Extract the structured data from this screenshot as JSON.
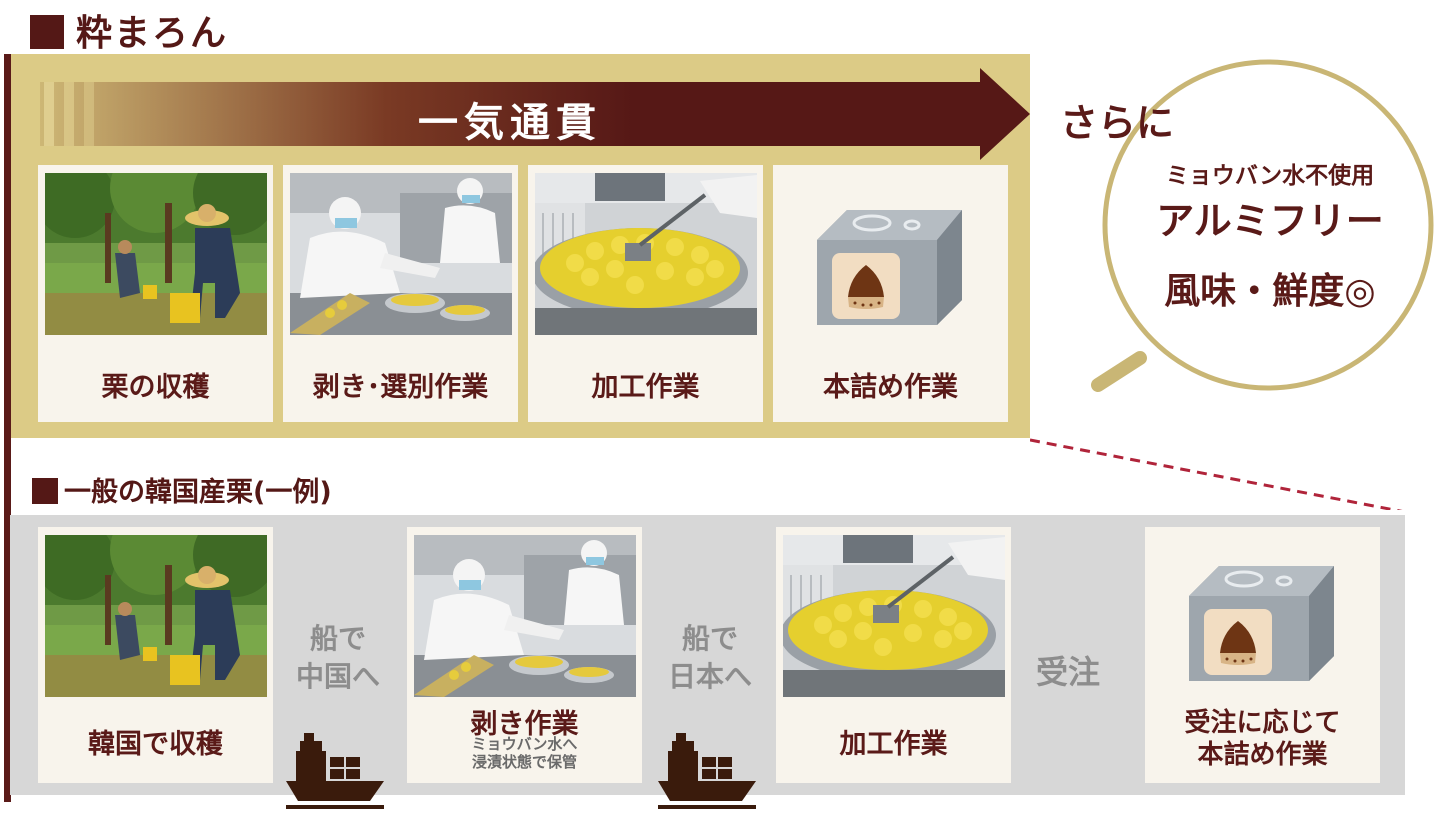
{
  "heading_main": "粋まろん",
  "heading_general": "一般の韓国産栗(一例)",
  "arrow_label": "一気通貫",
  "top_steps": [
    {
      "label": "栗の収穫"
    },
    {
      "label": "剥き･選別作業"
    },
    {
      "label": "加工作業"
    },
    {
      "label": "本詰め作業"
    }
  ],
  "bubble": {
    "lead": "さらに",
    "line1": "ミョウバン水不使用",
    "line2": "アルミフリー",
    "line3": "風味・鮮度◎"
  },
  "bottom_steps": [
    {
      "label": "韓国で収穫"
    },
    {
      "label": "剥き作業",
      "note1": "ミョウバン水へ",
      "note2": "浸漬状態で保管"
    },
    {
      "label": "加工作業"
    },
    {
      "line1": "受注に応じて",
      "line2": "本詰め作業"
    }
  ],
  "transitions": [
    {
      "line1": "船で",
      "line2": "中国へ"
    },
    {
      "line1": "船で",
      "line2": "日本へ"
    },
    {
      "line1": "受注"
    }
  ],
  "icons": {
    "harvest": "harvest-photo-icon",
    "peeling": "peeling-photo-icon",
    "processing": "cooking-pot-icon",
    "packing": "chestnut-tin-can-icon",
    "ship": "cargo-ship-icon"
  },
  "colors": {
    "brand_dark": "#541816",
    "gold": "#dccb86",
    "bubble_border": "#c9b675",
    "gray_band": "#d7d7d7",
    "dash": "#b0243a"
  }
}
